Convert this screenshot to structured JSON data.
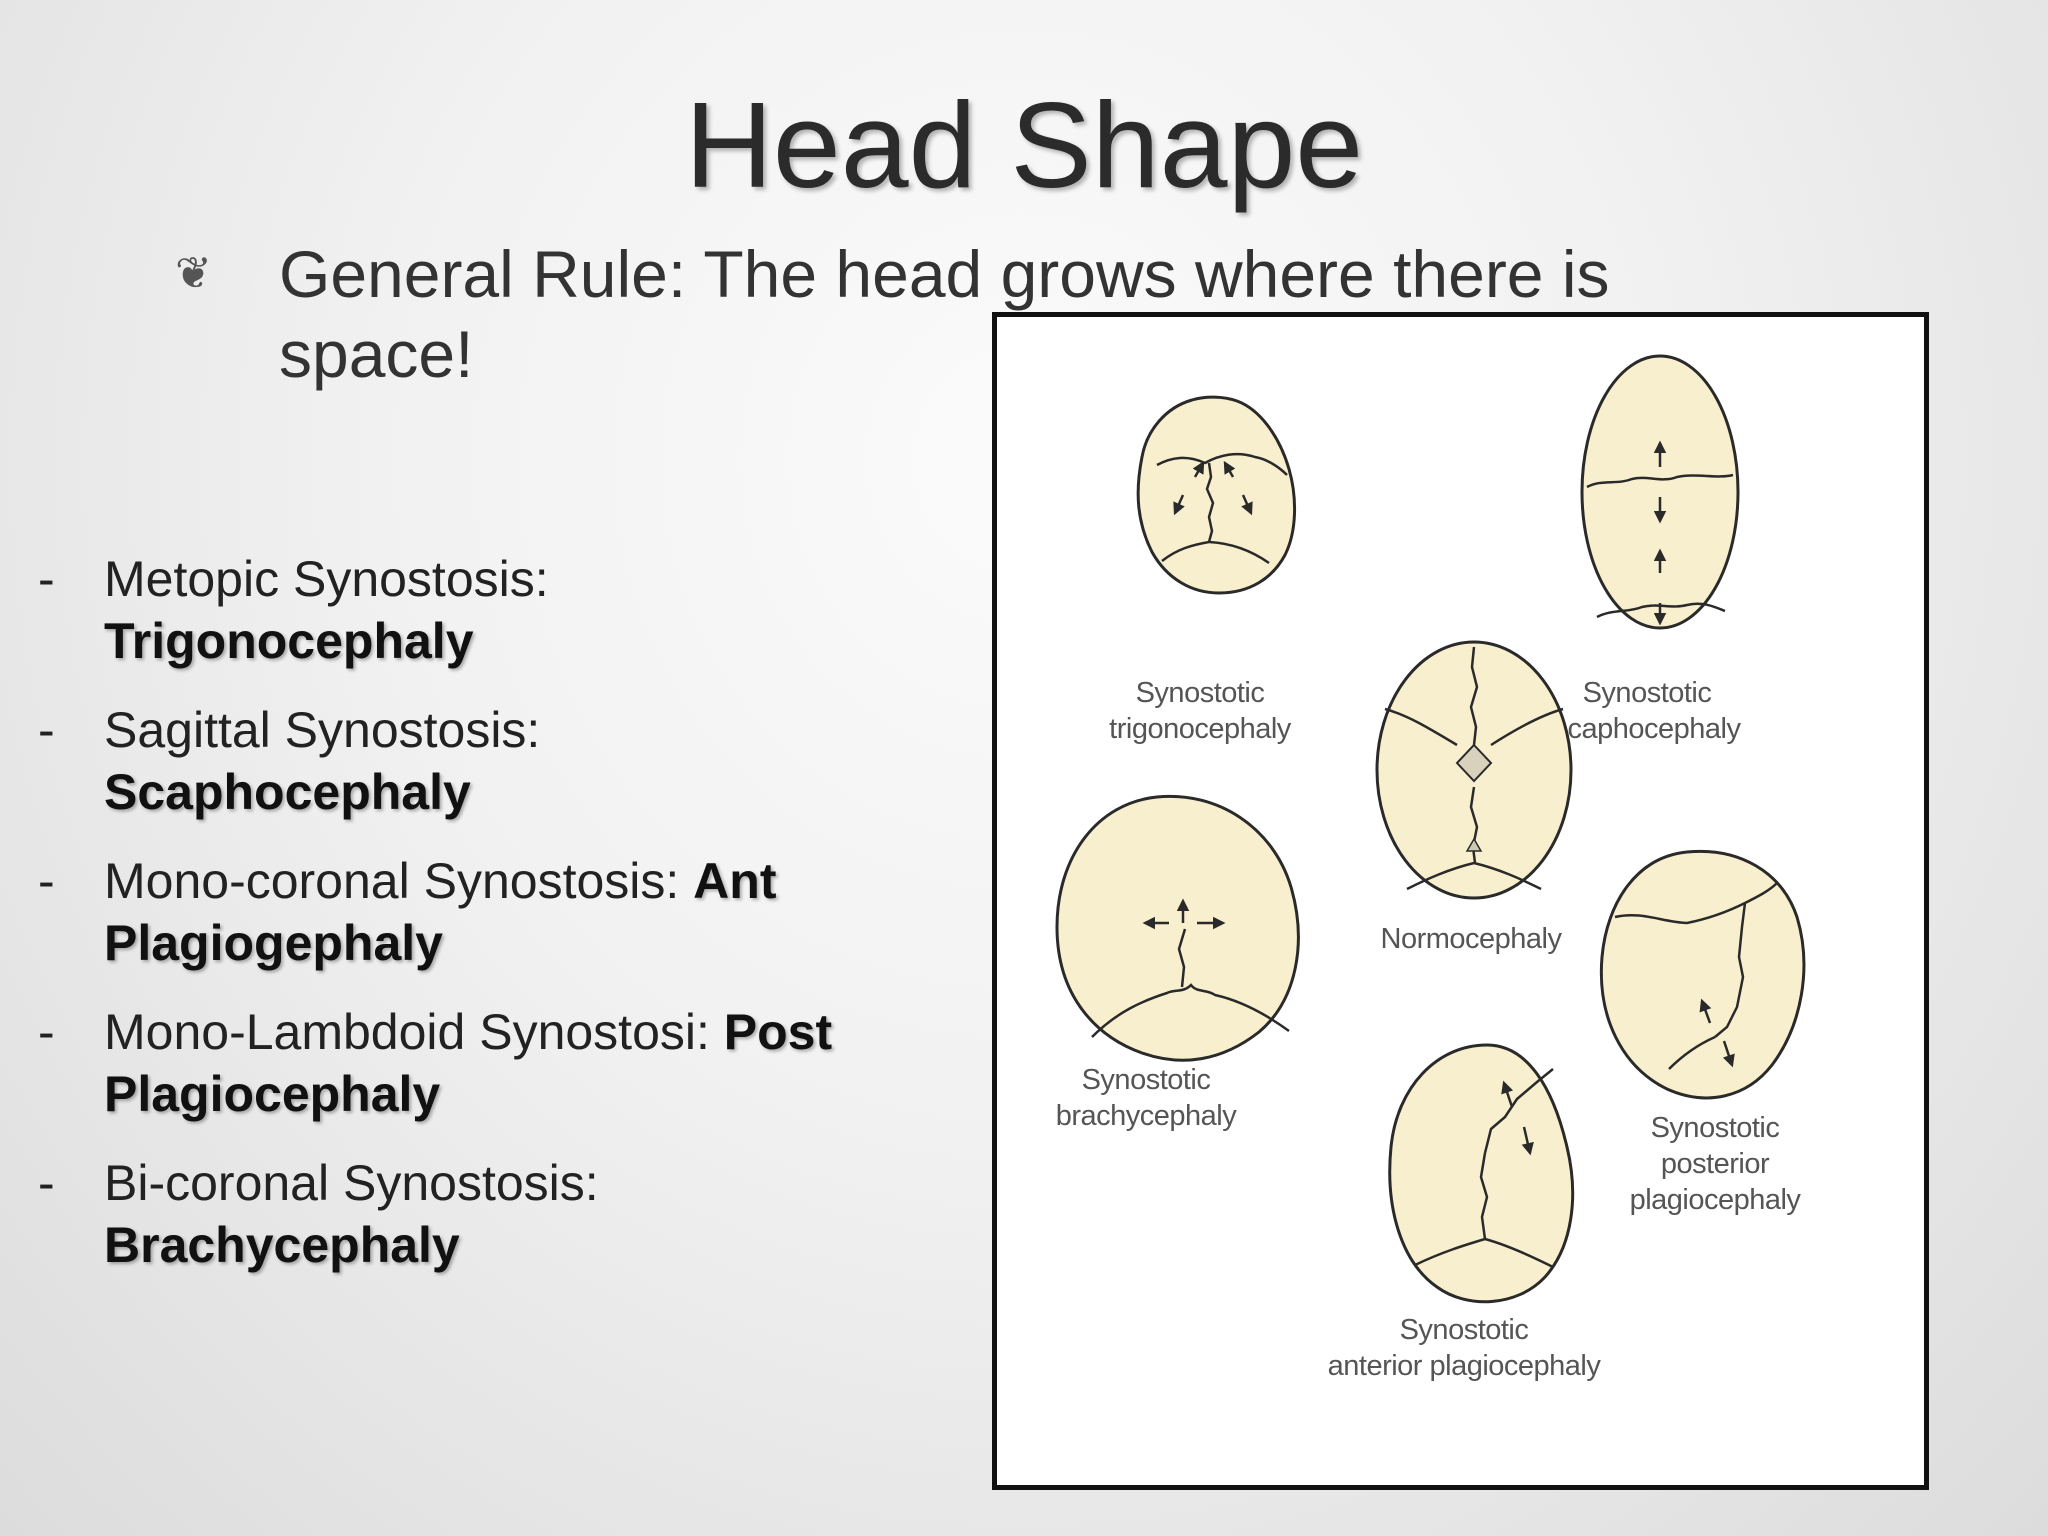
{
  "slide": {
    "title": "Head Shape",
    "rule_text": "General Rule: The head grows where there is space!",
    "items": [
      {
        "prefix": "Metopic Synostosis: ",
        "term": "Trigonocephaly"
      },
      {
        "prefix": "Sagittal Synostosis: ",
        "term": "Scaphocephaly"
      },
      {
        "prefix": "Mono-coronal Synostosis: ",
        "term": "Ant Plagiogephaly"
      },
      {
        "prefix": "Mono-Lambdoid Synostosi: ",
        "term": "Post Plagiocephaly"
      },
      {
        "prefix": "Bi-coronal Synostosis: ",
        "term": "Brachycephaly"
      }
    ]
  },
  "figure": {
    "labels": {
      "trigonocephaly": [
        "Synostotic",
        "trigonocephaly"
      ],
      "scaphocephaly": [
        "Synostotic",
        "scaphocephaly"
      ],
      "normocephaly": [
        "Normocephaly"
      ],
      "brachycephaly": [
        "Synostotic",
        "brachycephaly"
      ],
      "posterior_plagiocephaly": [
        "Synostotic",
        "posterior",
        "plagiocephaly"
      ],
      "anterior_plagiocephaly": [
        "Synostotic",
        "anterior plagiocephaly"
      ]
    }
  },
  "colors": {
    "skull_fill": "#f8efcf",
    "outline": "#2a2a2a"
  }
}
